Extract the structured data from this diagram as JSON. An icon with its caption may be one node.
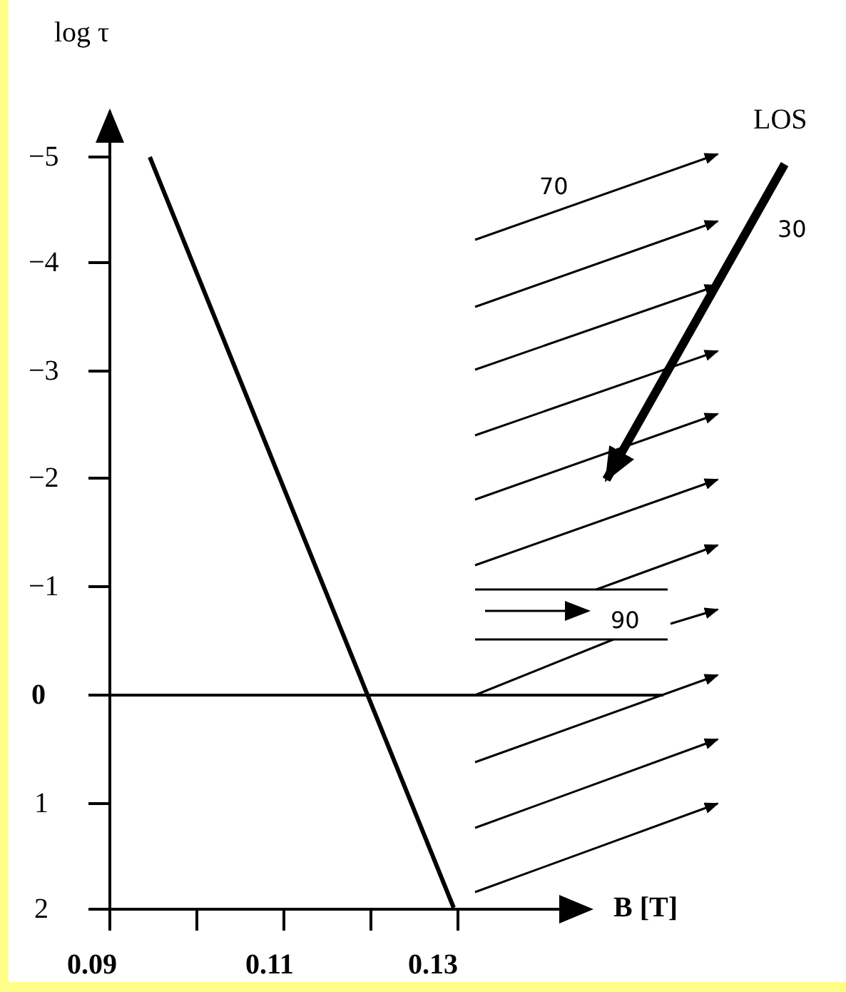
{
  "diagram": {
    "labels": [
      "log τ",
      "−5",
      "−4",
      "−3",
      "−2",
      "−1",
      "0",
      "1",
      "2",
      "0.09",
      "0.11",
      "0.13",
      "B [T]",
      "LOS",
      "70",
      "30",
      "90"
    ]
  }
}
